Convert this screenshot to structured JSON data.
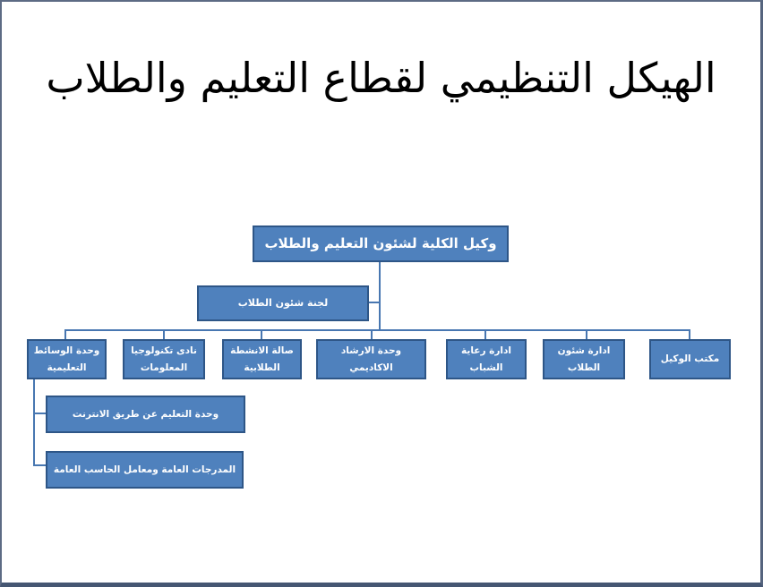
{
  "page": {
    "title": "الهيكل التنظيمي لقطاع التعليم والطلاب"
  },
  "colors": {
    "node_fill": "#4f81bd",
    "node_border": "#2e5687",
    "connector": "#4877b1",
    "frame_border": "#455672",
    "background": "#ffffff",
    "node_text": "#ffffff",
    "title_text": "#000000"
  },
  "org_chart": {
    "root": {
      "label": "وكيل الكلية لشئون التعليم والطلاب"
    },
    "committee": {
      "label": "لجنة شئون الطلاب"
    },
    "level3": [
      {
        "label": "وحدة الوسائط التعليمية"
      },
      {
        "label": "نادى تكنولوجيا المعلومات"
      },
      {
        "label": "صالة الانشطة الطلابية"
      },
      {
        "label": "وحدة الارشاد الاكاديمي"
      },
      {
        "label": "ادارة رعاية الشباب"
      },
      {
        "label": "ادارة شئون الطلاب"
      },
      {
        "label": "مكتب الوكيل"
      }
    ],
    "media_unit_children": [
      {
        "label": "وحدة التعليم عن طريق الانترنت"
      },
      {
        "label": "المدرجات العامة ومعامل الحاسب العامة"
      }
    ]
  }
}
